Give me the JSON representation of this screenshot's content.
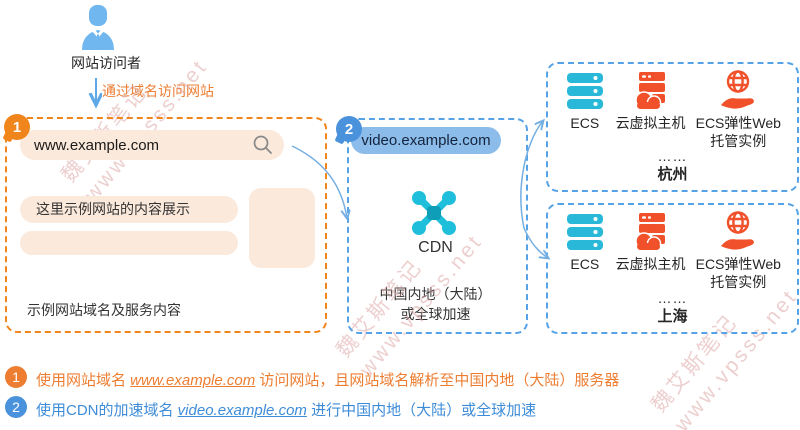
{
  "watermark": {
    "text_cn": "魏艾斯笔记",
    "text_url": "www.vpsss.net"
  },
  "visitor": {
    "label": "网站访问者",
    "arrow_label": "通过域名访问网站"
  },
  "website_panel": {
    "badge": "1",
    "address": "www.example.com",
    "content_placeholder": "这里示例网站的内容展示",
    "caption": "示例网站域名及服务内容"
  },
  "cdn_panel": {
    "badge": "2",
    "domain": "video.example.com",
    "icon_label": "CDN",
    "note_line1": "中国内地（大陆）",
    "note_line2": "或全球加速"
  },
  "regions": [
    {
      "city": "杭州",
      "ellipsis": "……",
      "services": [
        "ECS",
        "云虚拟主机",
        "ECS弹性Web托管实例"
      ]
    },
    {
      "city": "上海",
      "ellipsis": "……",
      "services": [
        "ECS",
        "云虚拟主机",
        "ECS弹性Web托管实例"
      ]
    }
  ],
  "legend": [
    {
      "badge": "1",
      "prefix": "使用网站域名 ",
      "domain": "www.example.com",
      "suffix": " 访问网站，且网站域名解析至中国内地（大陆）服务器"
    },
    {
      "badge": "2",
      "prefix": "使用CDN的加速域名 ",
      "domain": "video.example.com",
      "suffix": " 进行中国内地（大陆）或全球加速"
    }
  ],
  "colors": {
    "accent_orange": "#F0851C",
    "legend_orange": "#ED7D31",
    "accent_blue": "#4A92DB",
    "dashed_blue": "#55A2E6",
    "pill_blue": "#8CBDEA",
    "cyan": "#29B8D8",
    "cdn_cyan": "#1FBFDC",
    "red": "#F0512A",
    "peach_fill": "#FBE9DB",
    "arrow_blue": "#74AEE2",
    "person_blue": "#70B7F0"
  }
}
